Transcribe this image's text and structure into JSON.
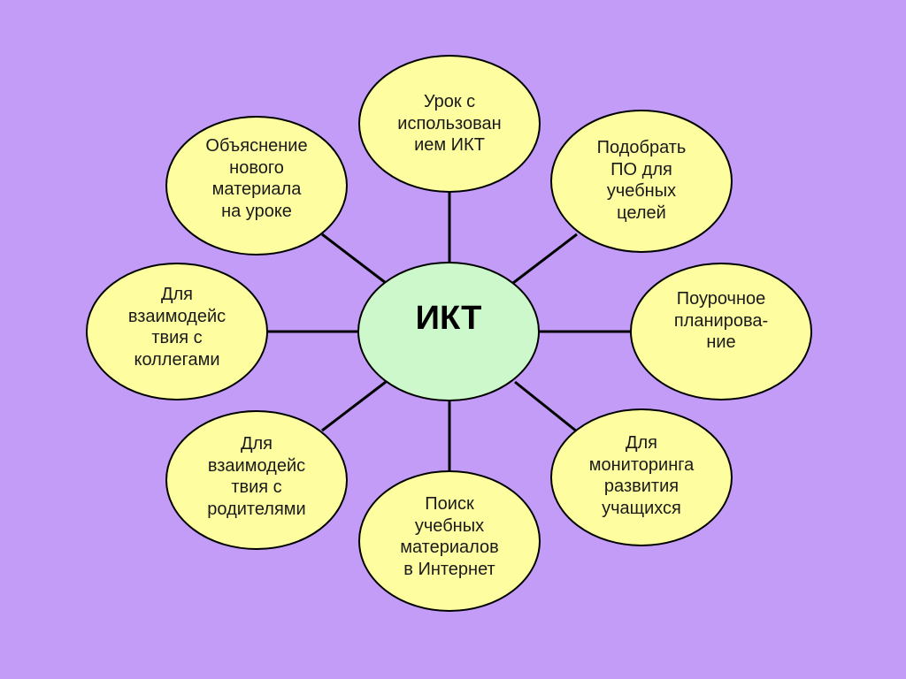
{
  "colors": {
    "background": "#c29cf6",
    "outer_node_fill": "#fefea0",
    "center_node_fill": "#ccf8cc",
    "line": "#000000"
  },
  "center": {
    "label": "ИКТ"
  },
  "nodes": [
    {
      "id": "top",
      "label": "Урок с\nиспользован\nием ИКТ"
    },
    {
      "id": "top-right",
      "label": "Подобрать\nПО для\nучебных\nцелей"
    },
    {
      "id": "right",
      "label": "Поурочное\nпланирова-\nние"
    },
    {
      "id": "bottom-right",
      "label": "Для\nмониторинга\nразвития\nучащихся"
    },
    {
      "id": "bottom",
      "label": "Поиск\nучебных\nматериалов\nв Интернет"
    },
    {
      "id": "bottom-left",
      "label": "Для\nвзаимодейс\nтвия с\nродителями"
    },
    {
      "id": "left",
      "label": "Для\nвзаимодейс\nтвия с\nколлегами"
    },
    {
      "id": "top-left",
      "label": "Объяснение\nнового\nматериала\nна уроке"
    }
  ]
}
